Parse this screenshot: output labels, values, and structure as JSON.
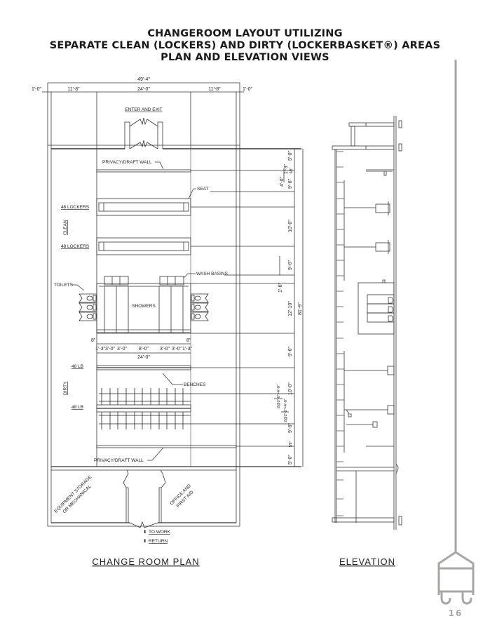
{
  "title": {
    "line1": "CHANGEROOM LAYOUT UTILIZING",
    "line2": "SEPARATE CLEAN (LOCKERS) AND DIRTY (LOCKERBASKET®) AREAS",
    "line3": "PLAN AND ELEVATION VIEWS"
  },
  "plan": {
    "caption": "CHANGE ROOM PLAN",
    "overall_width": "49'-4\"",
    "width_segments": [
      "1'-0\"",
      "11'-8\"",
      "24'-0\"",
      "11'-8\"",
      "1'-0\""
    ],
    "labels": {
      "enter_exit": "ENTER AND EXIT",
      "privacy_wall_top": "PRIVACY/DRAFT WALL",
      "seat": "SEAT",
      "lockers_1": "48 LOCKERS",
      "lockers_2": "48 LOCKERS",
      "clean": "CLEAN",
      "wash_basins": "WASH BASINS",
      "toilets": "TOILETS",
      "showers": "SHOWERS",
      "lb_1": "48 LB",
      "lb_2": "48 LB",
      "dirty": "DIRTY",
      "benches": "BENCHES",
      "privacy_wall_bottom": "PRIVACY/DRAFT WALL",
      "equipment": "EQUIPMENT STORAGE",
      "mechanical": "OR MECHANICAL",
      "office": "OFFICE AND",
      "first_aid": "FIRST AID",
      "to_work": "TO WORK",
      "return": "RETURN"
    },
    "shower_dims": {
      "offset_left": "8\"",
      "offset_right": "8\"",
      "segments": [
        "1'-3\"",
        "3'-0\"",
        "3'-0\"",
        "8'-0\"",
        "3'-0\"",
        "3'-0\"",
        "1'-3\""
      ],
      "total": "24'-0\""
    },
    "vertical_dims": {
      "d1": "5'-0\"",
      "d2": "1'-3\"",
      "d3": "5/8\"",
      "d4": "4'-0\"",
      "d5": "9'-6\"",
      "d6": "10'-0\"",
      "d7": "9'-6\"",
      "d8": "1'-6\"",
      "d9": "12'-10\"",
      "overall": "81'-9\"",
      "d10": "9'-6\"",
      "d11": "10'-0\"",
      "d12": "2@2'-0\"=4'-0\"",
      "d13": "2@2'-0\"=4'-0\"",
      "d14": "9'-6\"",
      "d15": "5/8\"",
      "d16": "5'-0\""
    }
  },
  "elevation": {
    "caption": "ELEVATION"
  },
  "page": {
    "number": "16",
    "accent_color": "#a9a7a5"
  }
}
